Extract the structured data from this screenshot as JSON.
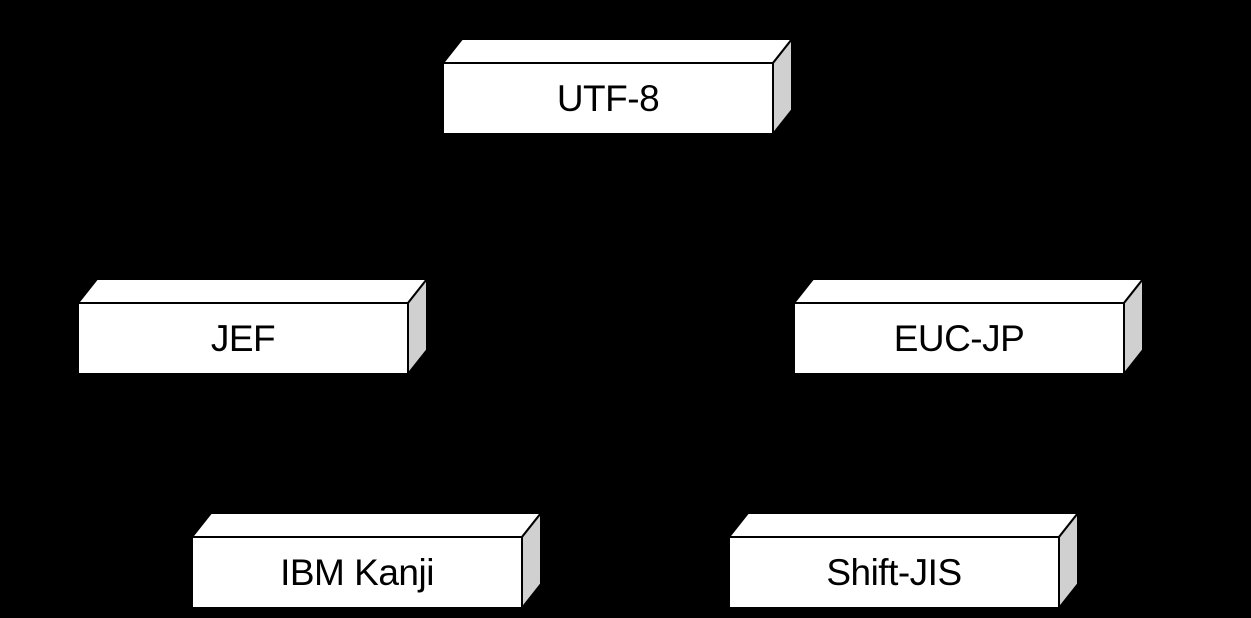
{
  "diagram": {
    "nodes": [
      {
        "id": "utf8",
        "label": "UTF-8"
      },
      {
        "id": "jef",
        "label": "JEF"
      },
      {
        "id": "eucjp",
        "label": "EUC-JP"
      },
      {
        "id": "ibmkanji",
        "label": "IBM Kanji"
      },
      {
        "id": "shiftjis",
        "label": "Shift-JIS"
      }
    ],
    "colors": {
      "background": "#000000",
      "face": "#ffffff",
      "side": "#d0d0d0",
      "stroke": "#000000",
      "text": "#000000"
    }
  }
}
